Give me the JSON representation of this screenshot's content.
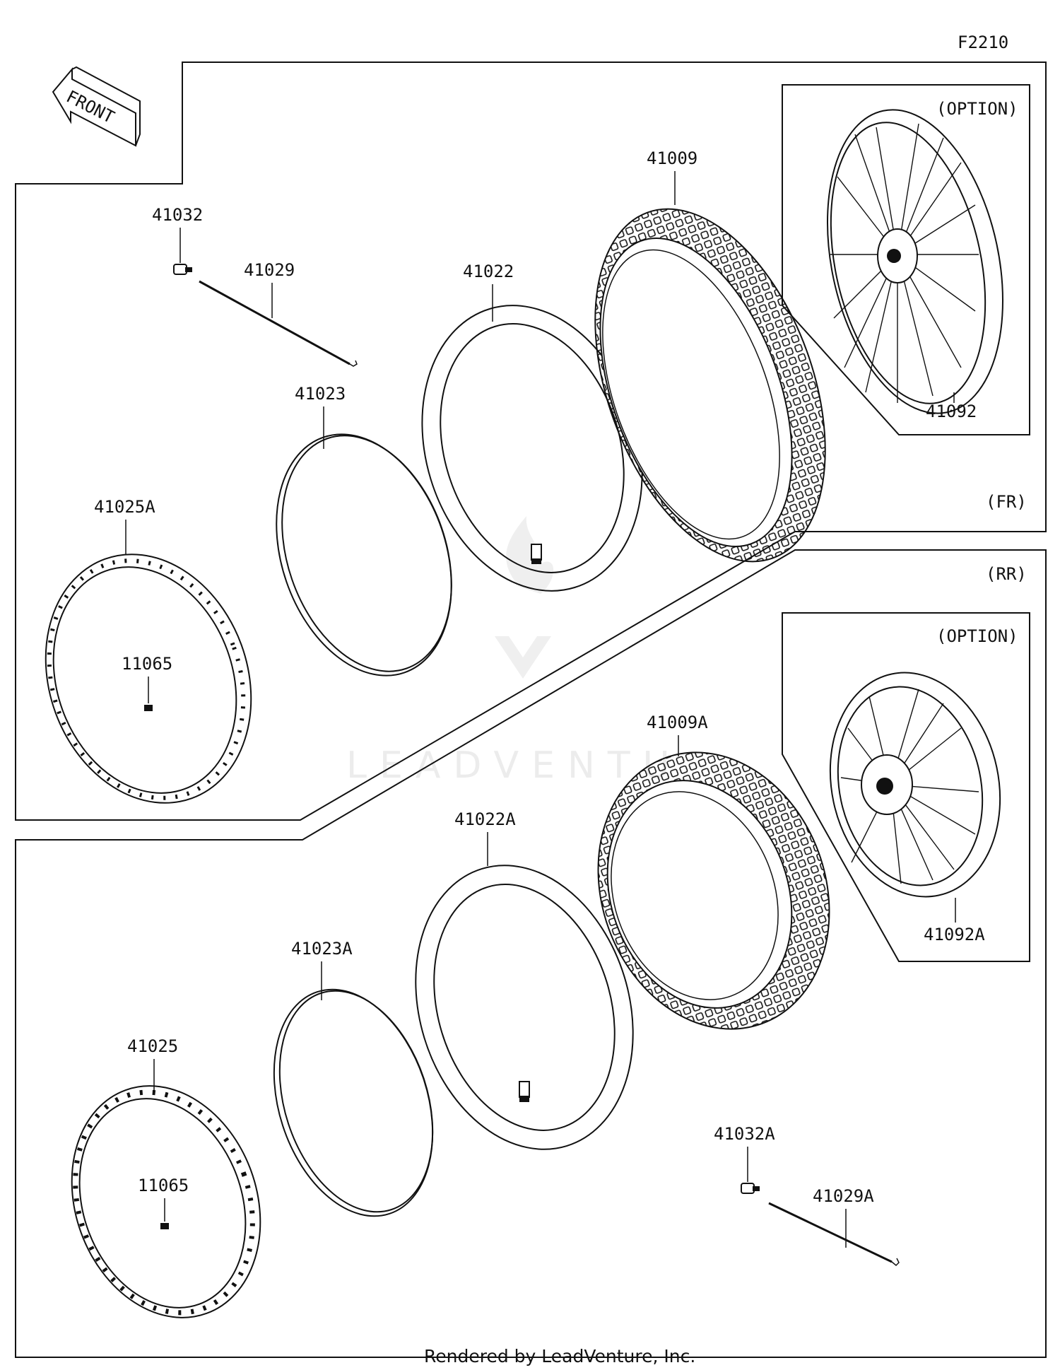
{
  "figure_code": "F2210",
  "front_marker": "FRONT",
  "sections": {
    "front_label": "(FR)",
    "rear_label": "(RR)",
    "option_label_front": "(OPTION)",
    "option_label_rear": "(OPTION)"
  },
  "parts": {
    "front": {
      "bolt": "41032",
      "spoke": "41029",
      "tube": "41022",
      "band": "41023",
      "tire": "41009",
      "wheel": "41092",
      "rim": "41025A",
      "nipple": "11065"
    },
    "rear": {
      "tire": "41009A",
      "wheel": "41092A",
      "tube": "41022A",
      "band": "41023A",
      "rim": "41025",
      "nipple": "11065",
      "bolt": "41032A",
      "spoke": "41029A"
    }
  },
  "watermark": "LEADVENTU",
  "footer": "Rendered by LeadVenture, Inc."
}
